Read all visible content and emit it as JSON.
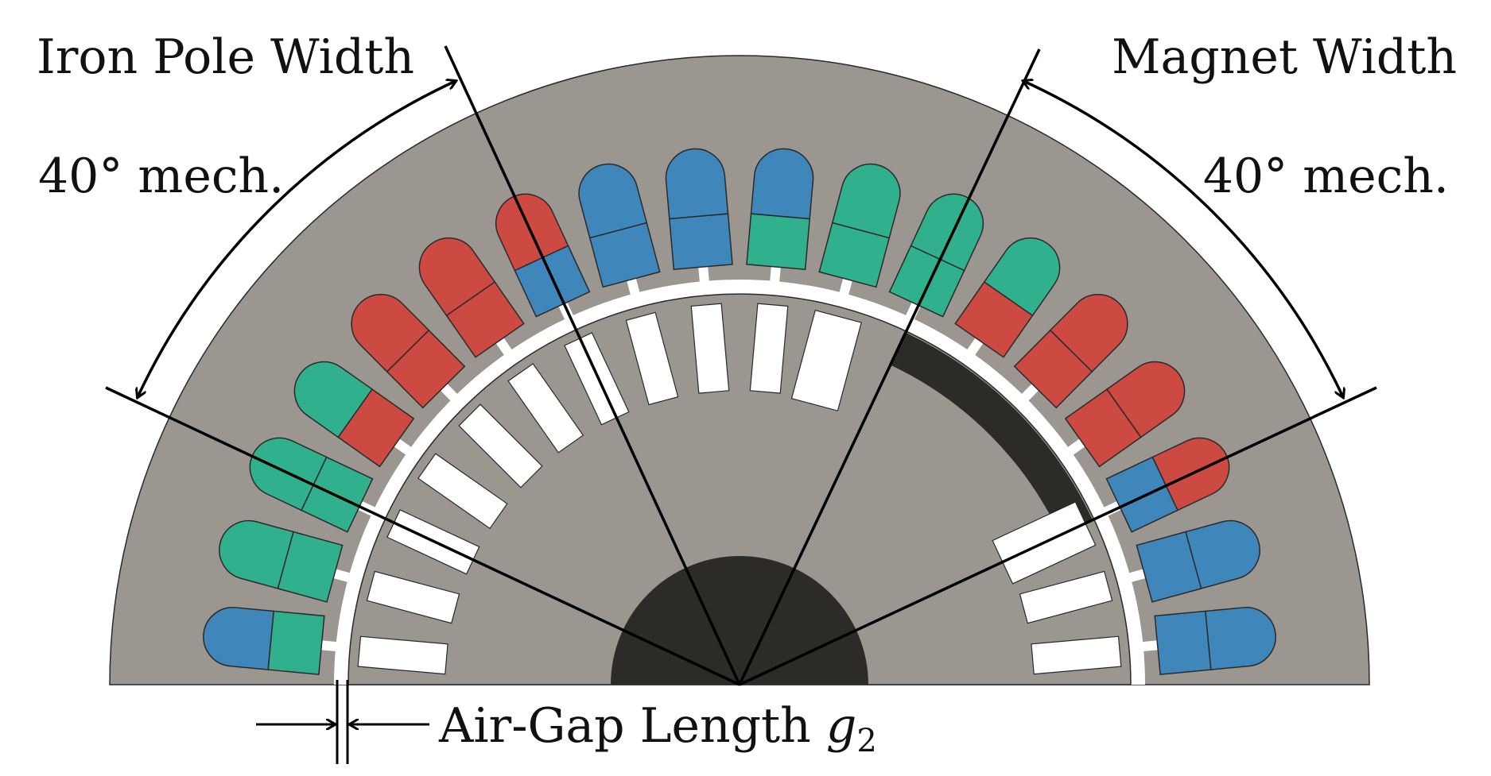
{
  "labels": {
    "iron_pole_width": "Iron Pole Width",
    "iron_pole_angle": "40° mech.",
    "magnet_width": "Magnet Width",
    "magnet_angle": "40° mech.",
    "air_gap": "Air-Gap Length ",
    "air_gap_symbol": "g",
    "air_gap_subscript": "2"
  },
  "colors": {
    "iron": "#9c9690",
    "magnet": "#2d2b27",
    "phase_red": "#cd4a43",
    "phase_blue": "#3f86bb",
    "phase_green": "#30b08c",
    "outline": "#2a2a2a",
    "slot": "#ffffff",
    "line": "#000000"
  },
  "stator_slots": [
    {
      "outer": "blue",
      "inner": "green"
    },
    {
      "outer": "green",
      "inner": "green"
    },
    {
      "outer": "green",
      "inner": "green"
    },
    {
      "outer": "green",
      "inner": "red"
    },
    {
      "outer": "red",
      "inner": "red"
    },
    {
      "outer": "red",
      "inner": "red"
    },
    {
      "outer": "red",
      "inner": "blue"
    },
    {
      "outer": "blue",
      "inner": "blue"
    },
    {
      "outer": "blue",
      "inner": "blue"
    },
    {
      "outer": "blue",
      "inner": "green"
    },
    {
      "outer": "green",
      "inner": "green"
    },
    {
      "outer": "green",
      "inner": "green"
    },
    {
      "outer": "green",
      "inner": "red"
    },
    {
      "outer": "red",
      "inner": "red"
    },
    {
      "outer": "red",
      "inner": "red"
    },
    {
      "outer": "red",
      "inner": "blue"
    },
    {
      "outer": "blue",
      "inner": "blue"
    },
    {
      "outer": "blue",
      "inner": "blue"
    }
  ]
}
